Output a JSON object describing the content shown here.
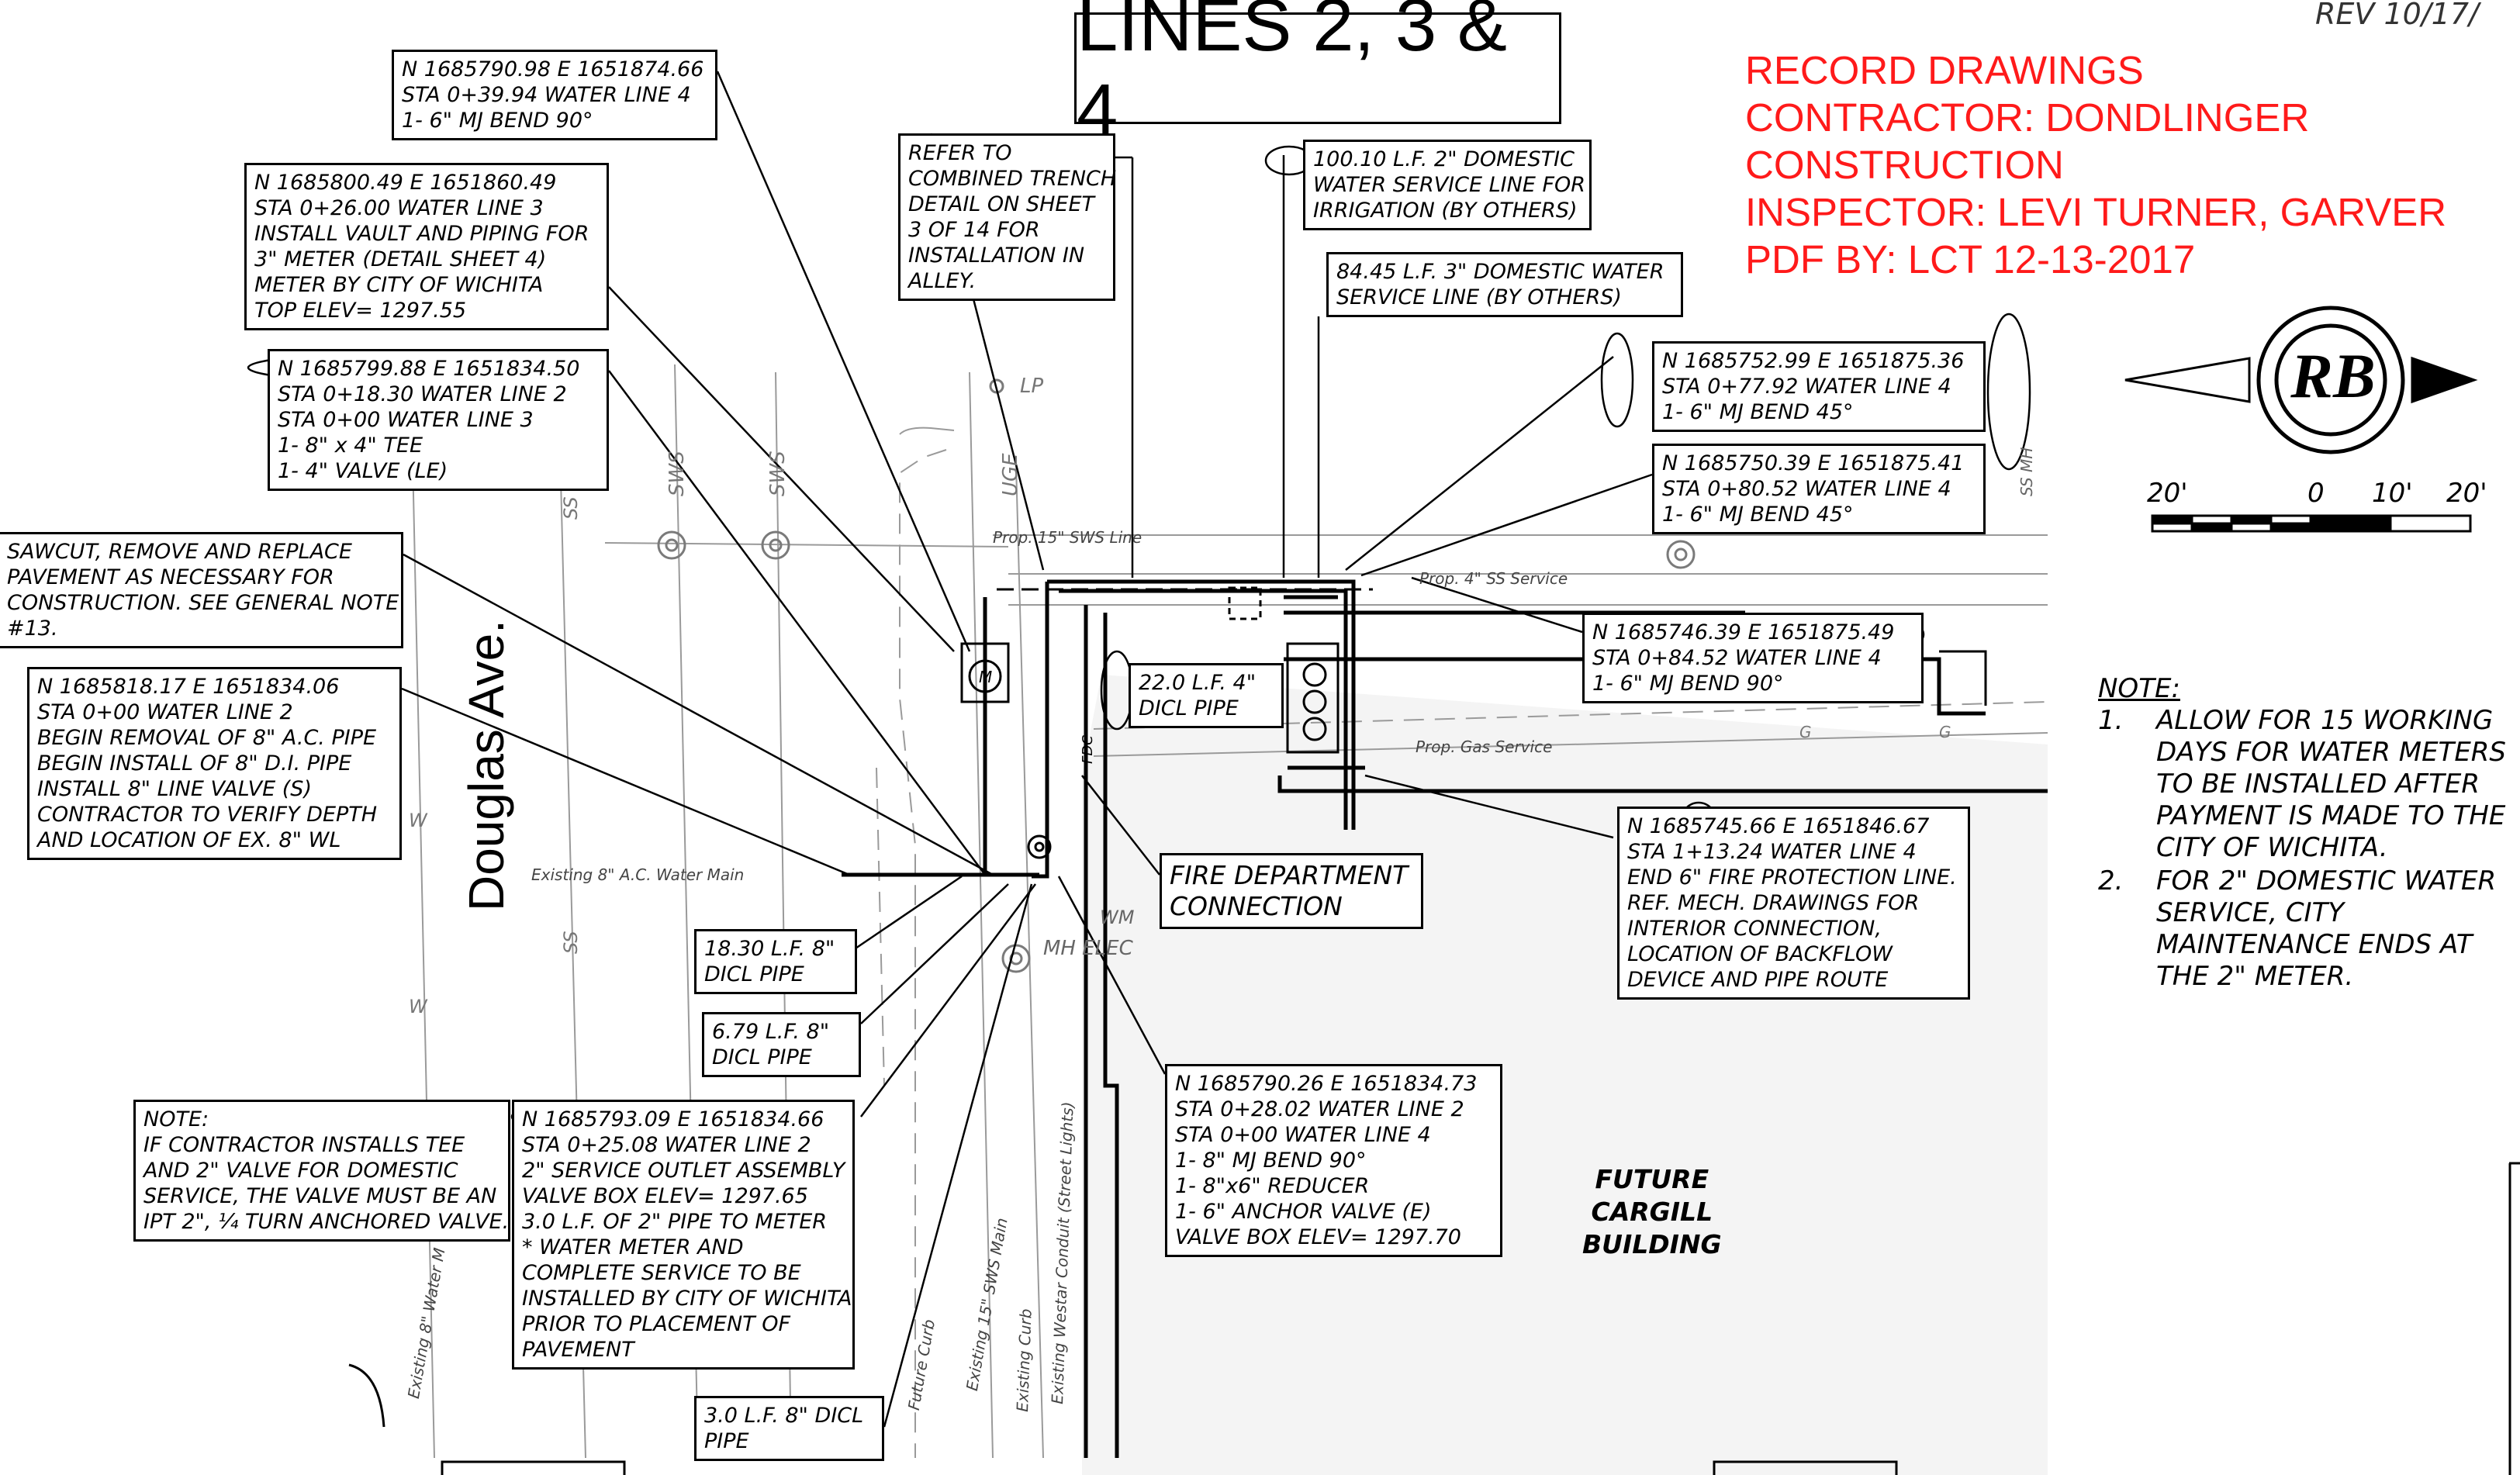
{
  "revision": "REV 10/17/",
  "title": "LINES 2, 3 & 4",
  "record_block": [
    "RECORD DRAWINGS",
    "CONTRACTOR: DONDLINGER",
    "CONSTRUCTION",
    "INSPECTOR: LEVI TURNER, GARVER",
    "PDF BY: LCT 12-13-2017"
  ],
  "logo_text": "RB",
  "scale": {
    "left": "20'",
    "zero": "0",
    "mid": "10'",
    "right": "20'"
  },
  "road_label": "Douglas Ave.",
  "building_label": [
    "FUTURE",
    "CARGILL",
    "BUILDING"
  ],
  "fire_dept_label": [
    "FIRE DEPARTMENT",
    "CONNECTION"
  ],
  "notes": {
    "heading": "NOTE:",
    "items": [
      {
        "num": "1.",
        "lines": [
          "ALLOW FOR 15 WORKING",
          "DAYS FOR WATER METERS",
          "TO BE INSTALLED AFTER",
          "PAYMENT IS MADE TO THE",
          "CITY OF WICHITA."
        ]
      },
      {
        "num": "2.",
        "lines": [
          "FOR 2\" DOMESTIC WATER",
          "SERVICE, CITY",
          "MAINTENANCE ENDS AT",
          "THE 2\" METER."
        ]
      }
    ]
  },
  "callouts": {
    "wl4_bend90_a": [
      "N 1685790.98  E 1651874.66",
      "STA 0+39.94 WATER LINE 4",
      "1- 6\" MJ BEND 90°"
    ],
    "wl3_vault": [
      "N 1685800.49  E 1651860.49",
      "STA 0+26.00 WATER LINE 3",
      "INSTALL VAULT AND PIPING FOR",
      "3\" METER (DETAIL SHEET 4)",
      "METER BY CITY OF WICHITA",
      "TOP ELEV= 1297.55"
    ],
    "wl2_tee": [
      "N 1685799.88  E 1651834.50",
      "STA 0+18.30 WATER LINE 2",
      "STA 0+00 WATER LINE 3",
      "1- 8\" x 4\" TEE",
      "1- 4\" VALVE (LE)"
    ],
    "sawcut": [
      "SAWCUT, REMOVE AND REPLACE",
      "PAVEMENT AS NECESSARY FOR",
      "CONSTRUCTION.  SEE GENERAL NOTE",
      "#13."
    ],
    "wl2_begin": [
      "N 1685818.17  E 1651834.06",
      "STA 0+00 WATER LINE 2",
      "BEGIN REMOVAL OF 8\" A.C. PIPE",
      "BEGIN INSTALL OF 8\" D.I. PIPE",
      "INSTALL 8\" LINE VALVE (S)",
      "CONTRACTOR TO VERIFY DEPTH",
      "AND LOCATION OF EX. 8\" WL"
    ],
    "refer_trench": [
      "REFER TO",
      "COMBINED TRENCH",
      "DETAIL ON SHEET",
      "3 OF 14 FOR",
      "INSTALLATION IN",
      "ALLEY."
    ],
    "domestic_2in": [
      "100.10 L.F. 2\" DOMESTIC",
      "WATER SERVICE LINE FOR",
      "IRRIGATION (BY OTHERS)"
    ],
    "domestic_3in": [
      "84.45 L.F. 3\" DOMESTIC WATER",
      "SERVICE LINE (BY OTHERS)"
    ],
    "wl4_bend45_a": [
      "N 1685752.99  E 1651875.36",
      "STA 0+77.92 WATER LINE 4",
      "1- 6\" MJ BEND 45°"
    ],
    "wl4_bend45_b": [
      "N 1685750.39  E 1651875.41",
      "STA 0+80.52 WATER LINE 4",
      "1- 6\" MJ BEND 45°"
    ],
    "wl4_bend90_b": [
      "N 1685746.39  E 1651875.49",
      "STA 0+84.52 WATER LINE 4",
      "1- 6\" MJ BEND 90°"
    ],
    "dicl_4in": [
      "22.0 L.F. 4\"",
      "DICL PIPE"
    ],
    "wl4_end": [
      "N 1685745.66  E 1651846.67",
      "STA 1+13.24 WATER LINE 4",
      "END 6\" FIRE PROTECTION LINE.",
      "REF. MECH. DRAWINGS FOR",
      "INTERIOR CONNECTION,",
      "LOCATION OF BACKFLOW",
      "DEVICE AND PIPE ROUTE"
    ],
    "dicl_18": [
      "18.30 L.F. 8\"",
      "DICL PIPE"
    ],
    "dicl_679": [
      "6.79 L.F. 8\"",
      "DICL PIPE"
    ],
    "contractor_note": [
      "NOTE:",
      "IF CONTRACTOR INSTALLS TEE",
      "AND 2\" VALVE FOR DOMESTIC",
      "SERVICE, THE VALVE MUST BE AN",
      "IPT 2\", ¼ TURN ANCHORED VALVE."
    ],
    "wl2_service": [
      "N 1685793.09  E 1651834.66",
      "STA 0+25.08 WATER LINE 2",
      "2\" SERVICE OUTLET ASSEMBLY",
      "VALVE BOX ELEV= 1297.65",
      "3.0 L.F. OF 2\" PIPE TO METER",
      "* WATER METER AND",
      "COMPLETE SERVICE TO BE",
      "INSTALLED BY CITY OF WICHITA",
      "PRIOR TO PLACEMENT OF",
      "PAVEMENT"
    ],
    "wl2_reducer": [
      "N 1685790.26  E 1651834.73",
      "STA 0+28.02 WATER LINE 2",
      "STA 0+00 WATER LINE 4",
      "1- 8\" MJ BEND 90°",
      "1- 8\"x6\" REDUCER",
      "1- 6\" ANCHOR VALVE (E)",
      "VALVE BOX ELEV= 1297.70"
    ],
    "dicl_3": [
      "3.0 L.F. 8\" DICL",
      "PIPE"
    ]
  },
  "map_labels": {
    "sws_line": "Prop. 15\" SWS Line",
    "ss_service": "Prop. 4\" SS Service",
    "gas_service": "Prop. Gas Service",
    "existing_main": "Existing 8\" A.C. Water Main",
    "existing_8_water": "Existing 8\" Water M",
    "existing_15_sws": "Existing 15\" SWS Main",
    "westar": "Existing Westar Conduit (Street Lights)",
    "future_curb": "Future Curb",
    "existing_curb": "Existing Curb",
    "sws": "SWS",
    "ss": "SS",
    "w": "W",
    "g": "G",
    "uge": "UGE",
    "lp": "LP",
    "ss_mh": "SS MH",
    "mh_elec": "MH ELEC",
    "wm": "WM",
    "meter": "M",
    "fdc": "FDC"
  }
}
